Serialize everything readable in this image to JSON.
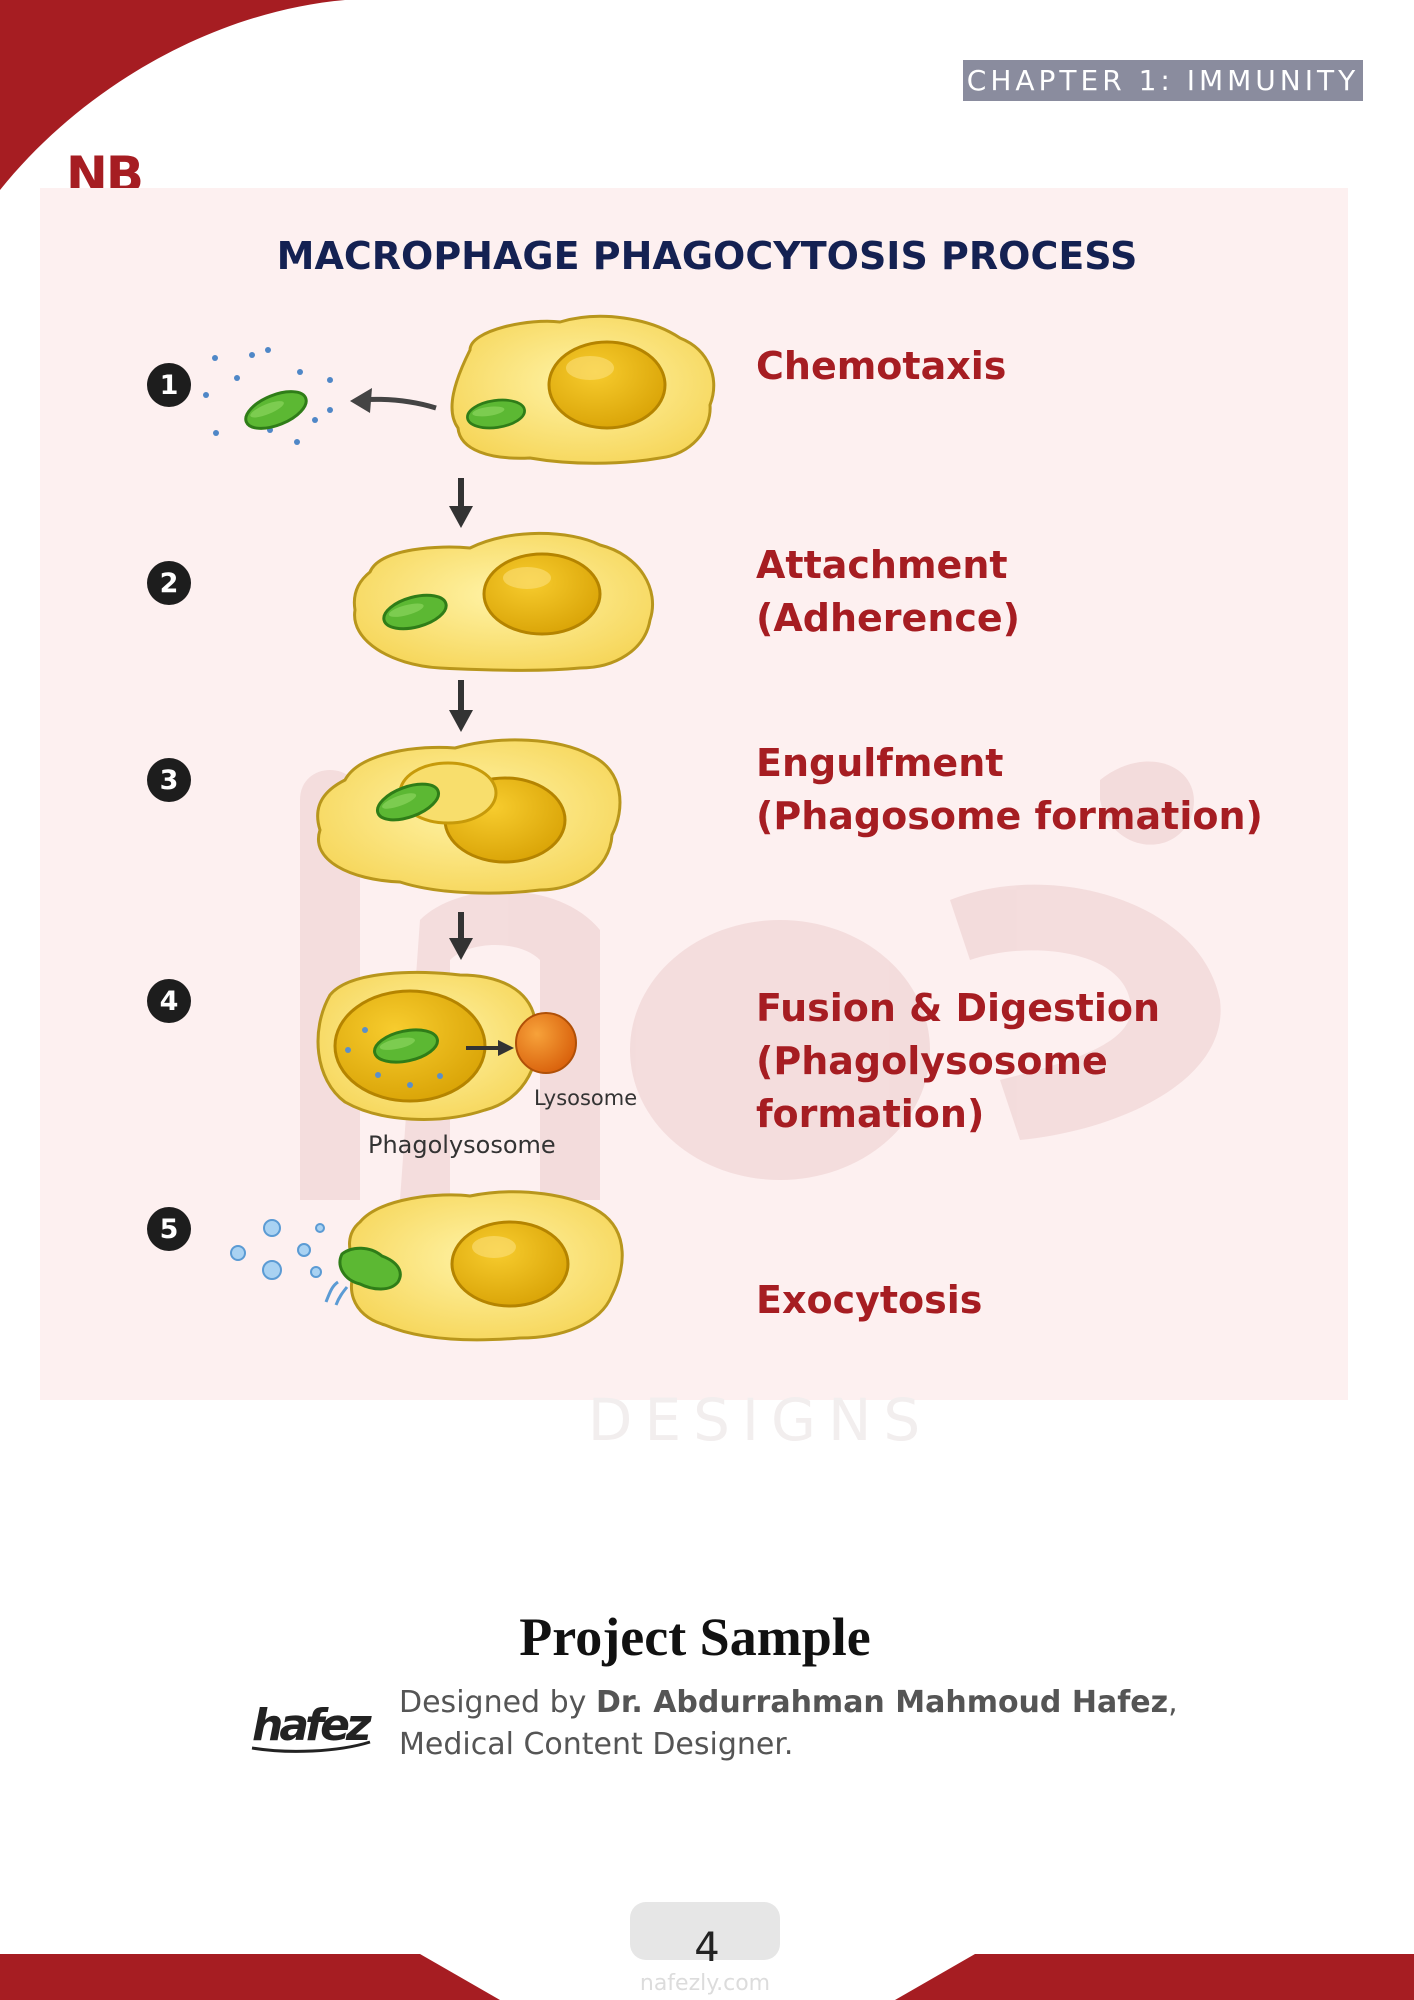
{
  "header": {
    "chapter": "CHAPTER 1: IMMUNITY",
    "badge": "NB"
  },
  "title": "MACROPHAGE PHAGOCYTOSIS PROCESS",
  "steps": [
    {
      "num": "1",
      "line1": "Chemotaxis",
      "line2": "",
      "line3": ""
    },
    {
      "num": "2",
      "line1": "Attachment",
      "line2": "(Adherence)",
      "line3": ""
    },
    {
      "num": "3",
      "line1": "Engulfment",
      "line2": "(Phagosome formation)",
      "line3": ""
    },
    {
      "num": "4",
      "line1": "Fusion & Digestion",
      "line2": "(Phagolysosome",
      "line3": "formation)"
    },
    {
      "num": "5",
      "line1": "Exocytosis",
      "line2": "",
      "line3": ""
    }
  ],
  "diagram_labels": {
    "lysosome": "Lysosome",
    "phagolysosome": "Phagolysosome"
  },
  "watermark": {
    "text": "DESIGNS",
    "site": "nafezly.com"
  },
  "footer": {
    "heading": "Project Sample",
    "designed_by": "Designed by ",
    "author": "Dr. Abdurrahman Mahmoud Hafez",
    "comma": ",",
    "role": "Medical Content Designer.",
    "logo_text": "hafez",
    "page_number": "4"
  },
  "colors": {
    "brand_red": "#a61d22",
    "title_navy": "#142152",
    "panel_bg": "#fdf0f0",
    "chapter_bg": "#8a8c9e"
  }
}
